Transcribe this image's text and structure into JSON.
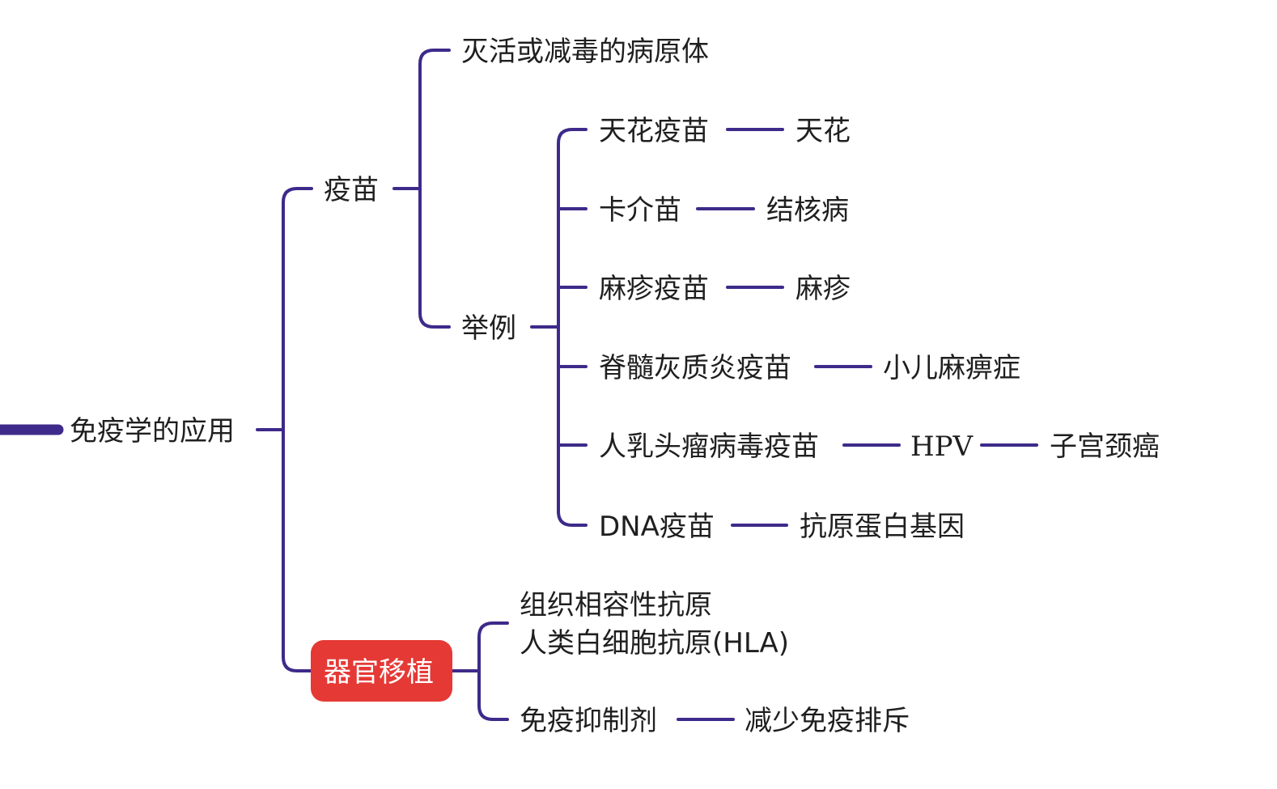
{
  "colors": {
    "connector": "#3e2a8a",
    "text": "#1f1f1f",
    "highlight_fill": "#e53935",
    "highlight_text": "#ffffff",
    "background": "#ffffff"
  },
  "root": {
    "label": "免疫学的应用"
  },
  "vaccine": {
    "label": "疫苗",
    "definition": "灭活或减毒的病原体",
    "examples_label": "举例",
    "examples": {
      "smallpox": {
        "vaccine": "天花疫苗",
        "disease": "天花"
      },
      "bcg": {
        "vaccine": "卡介苗",
        "disease": "结核病"
      },
      "measles": {
        "vaccine": "麻疹疫苗",
        "disease": "麻疹"
      },
      "polio": {
        "vaccine": "脊髓灰质炎疫苗",
        "disease": "小儿麻痹症"
      },
      "hpv": {
        "vaccine": "人乳头瘤病毒疫苗",
        "virus": "HPV",
        "disease": "子宫颈癌"
      },
      "dna": {
        "vaccine": "DNA疫苗",
        "detail": "抗原蛋白基因"
      }
    }
  },
  "transplant": {
    "label": "器官移植",
    "antigen_line1": "组织相容性抗原",
    "antigen_line2": "人类白细胞抗原(HLA)",
    "suppressant": "免疫抑制剂",
    "suppressant_effect": "减少免疫排斥"
  }
}
